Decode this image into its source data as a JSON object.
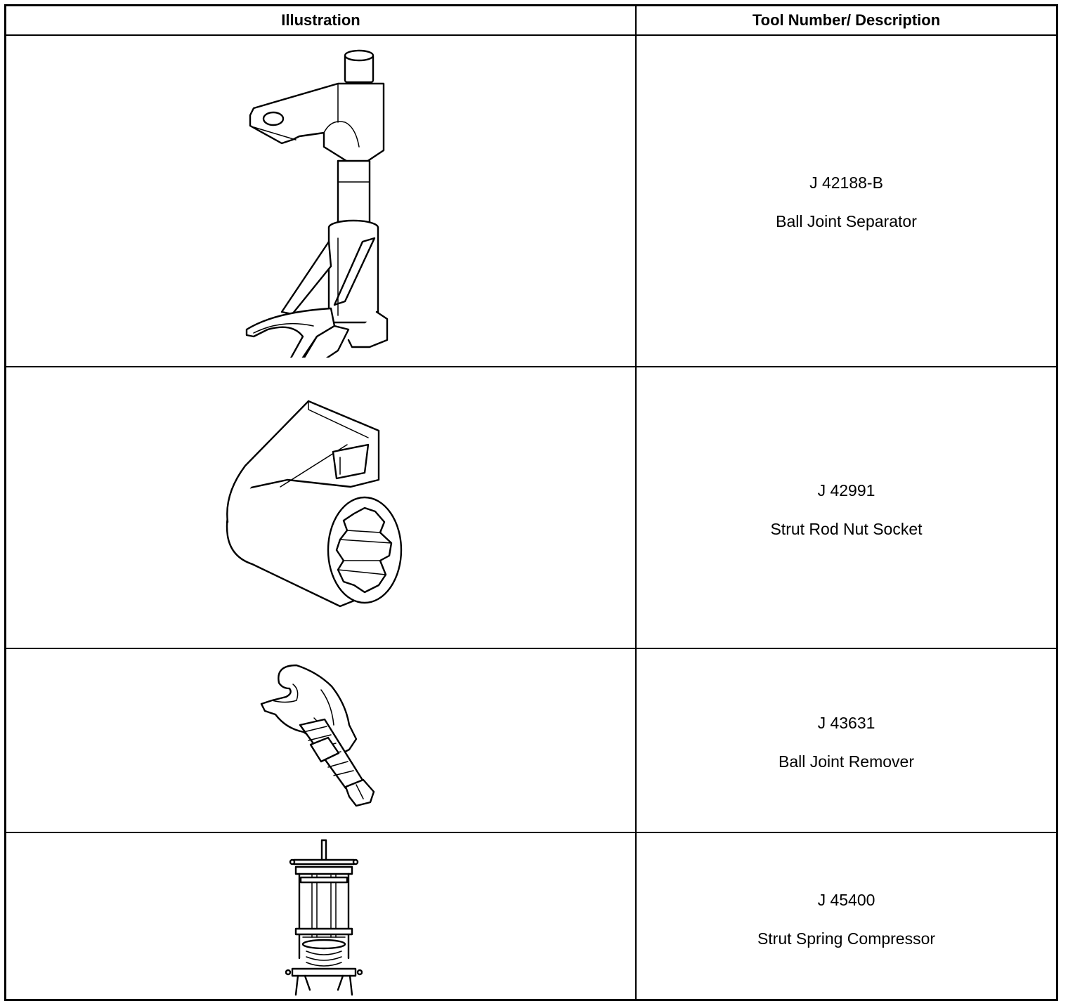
{
  "table": {
    "headers": {
      "illustration": "Illustration",
      "description": "Tool Number/ Description"
    },
    "rows": [
      {
        "tool_number": "J 42188-B",
        "description": "Ball Joint Separator",
        "icon": "ball-joint-separator-icon"
      },
      {
        "tool_number": "J 42991",
        "description": "Strut Rod Nut Socket",
        "icon": "strut-rod-nut-socket-icon"
      },
      {
        "tool_number": "J 43631",
        "description": "Ball Joint Remover",
        "icon": "ball-joint-remover-icon"
      },
      {
        "tool_number": "J 45400",
        "description": "Strut Spring Compressor",
        "icon": "strut-spring-compressor-icon"
      }
    ]
  }
}
